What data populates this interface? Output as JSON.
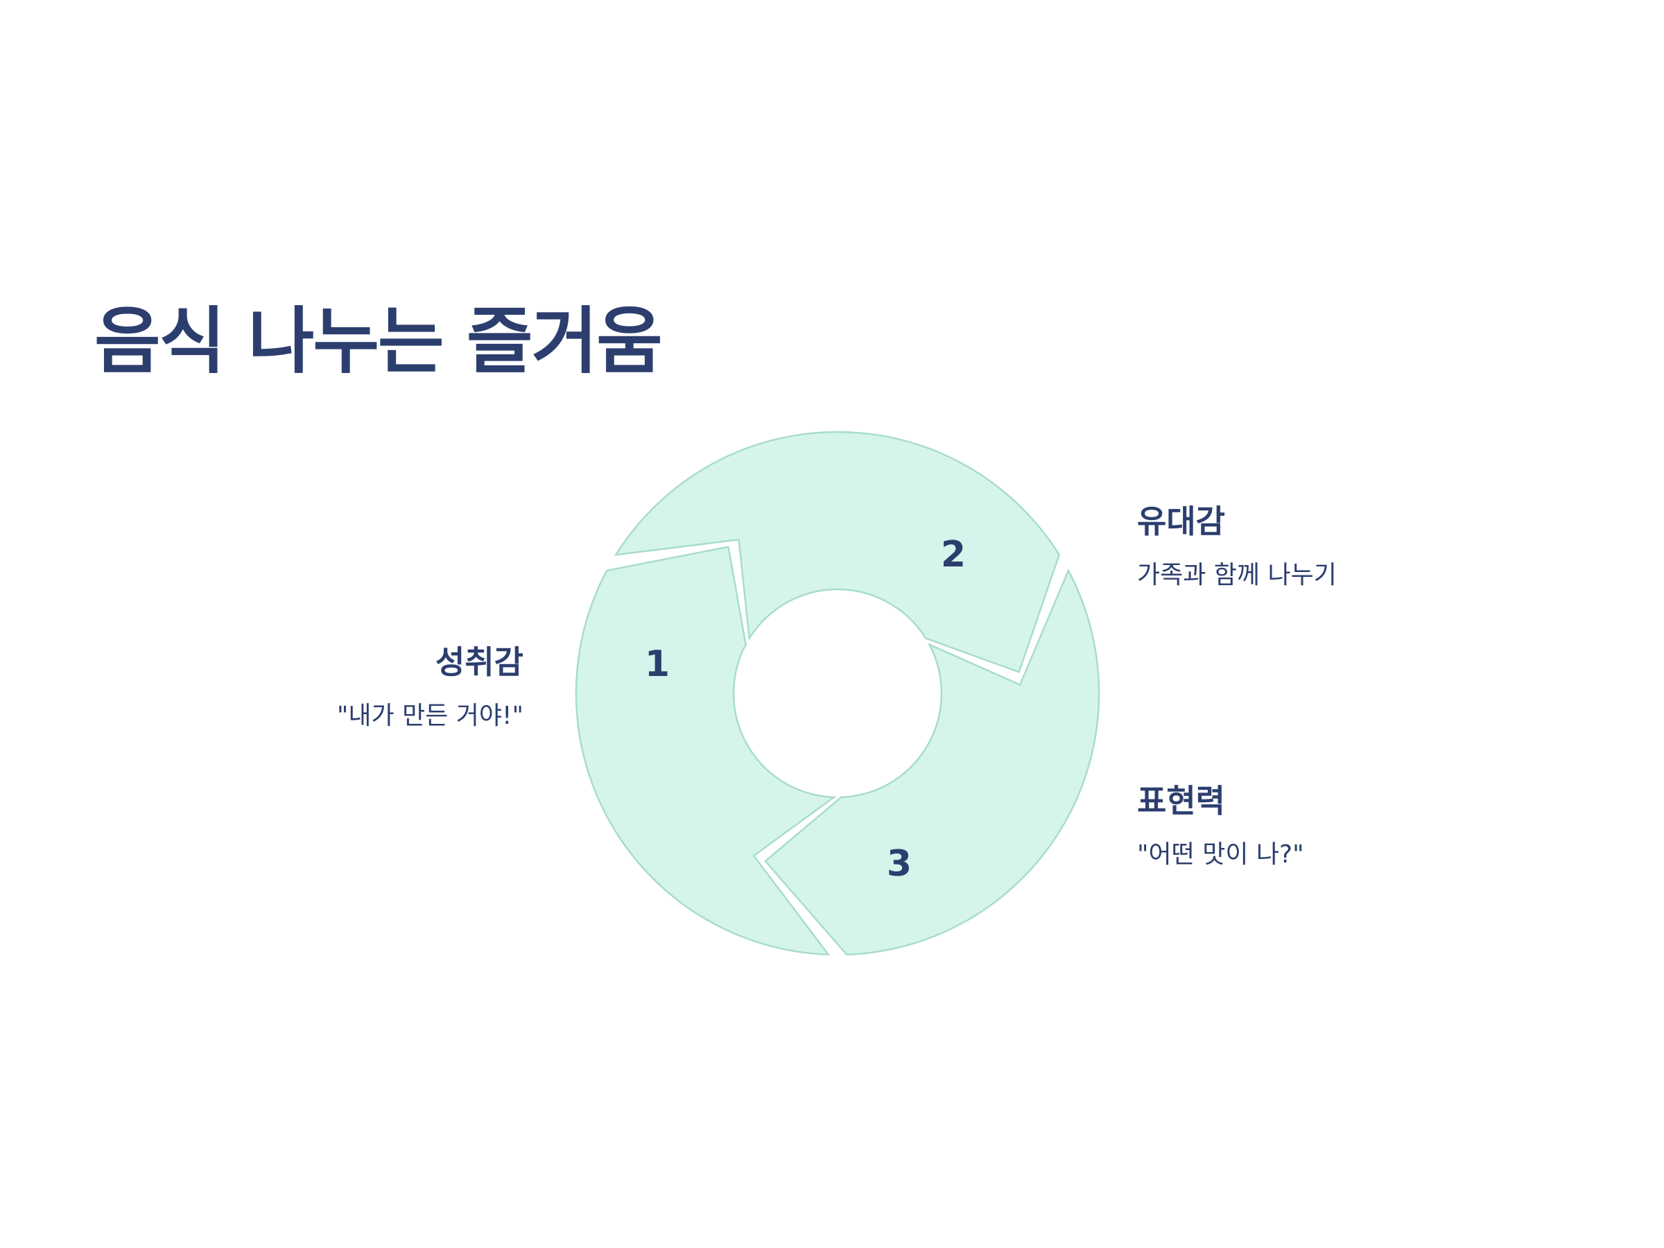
{
  "title": "음식 나누는 즐거움",
  "colors": {
    "text": "#2c3e6e",
    "segment_fill": "#d5f5ec",
    "segment_stroke": "#a8dccb",
    "background": "#ffffff"
  },
  "segments": [
    {
      "number": "1",
      "heading": "성취감",
      "description": "\"내가 만든 거야!\""
    },
    {
      "number": "2",
      "heading": "유대감",
      "description": "가족과 함께 나누기"
    },
    {
      "number": "3",
      "heading": "표현력",
      "description": "\"어떤 맛이 나?\""
    }
  ]
}
